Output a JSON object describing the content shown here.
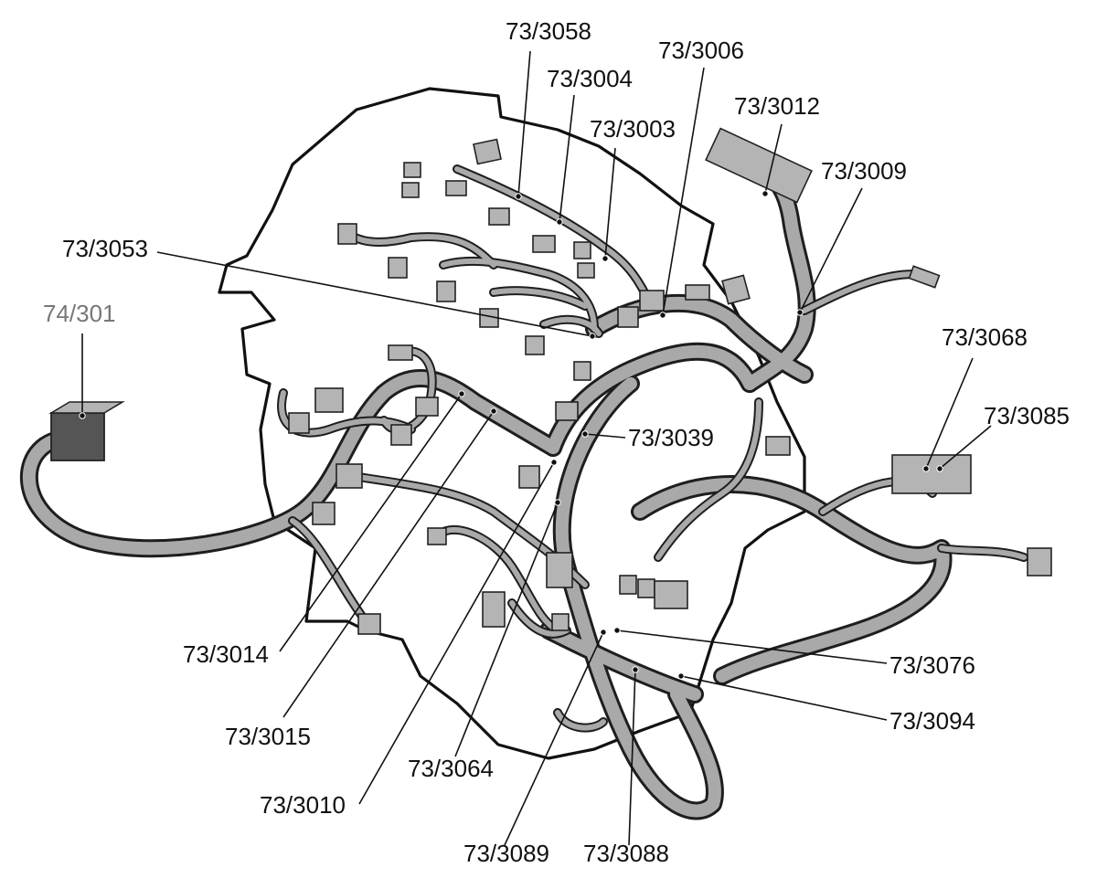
{
  "colors": {
    "label": "#111111",
    "label_muted": "#777777",
    "harness_fill": "#a9a9a9",
    "harness_outline": "#1e1e1e",
    "module_dark": "#4a4a4a"
  },
  "callouts": [
    {
      "id": "c3058",
      "text": "73/3058",
      "muted": false
    },
    {
      "id": "c3004",
      "text": "73/3004",
      "muted": false
    },
    {
      "id": "c3006",
      "text": "73/3006",
      "muted": false
    },
    {
      "id": "c3003",
      "text": "73/3003",
      "muted": false
    },
    {
      "id": "c3012",
      "text": "73/3012",
      "muted": false
    },
    {
      "id": "c3009",
      "text": "73/3009",
      "muted": false
    },
    {
      "id": "c3053",
      "text": "73/3053",
      "muted": false
    },
    {
      "id": "c301",
      "text": "74/301",
      "muted": true
    },
    {
      "id": "c3068",
      "text": "73/3068",
      "muted": false
    },
    {
      "id": "c3085",
      "text": "73/3085",
      "muted": false
    },
    {
      "id": "c3039",
      "text": "73/3039",
      "muted": false
    },
    {
      "id": "c3076",
      "text": "73/3076",
      "muted": false
    },
    {
      "id": "c3094",
      "text": "73/3094",
      "muted": false
    },
    {
      "id": "c3014",
      "text": "73/3014",
      "muted": false
    },
    {
      "id": "c3015",
      "text": "73/3015",
      "muted": false
    },
    {
      "id": "c3064",
      "text": "73/3064",
      "muted": false
    },
    {
      "id": "c3010",
      "text": "73/3010",
      "muted": false
    },
    {
      "id": "c3089",
      "text": "73/3089",
      "muted": false
    },
    {
      "id": "c3088",
      "text": "73/3088",
      "muted": false
    }
  ]
}
